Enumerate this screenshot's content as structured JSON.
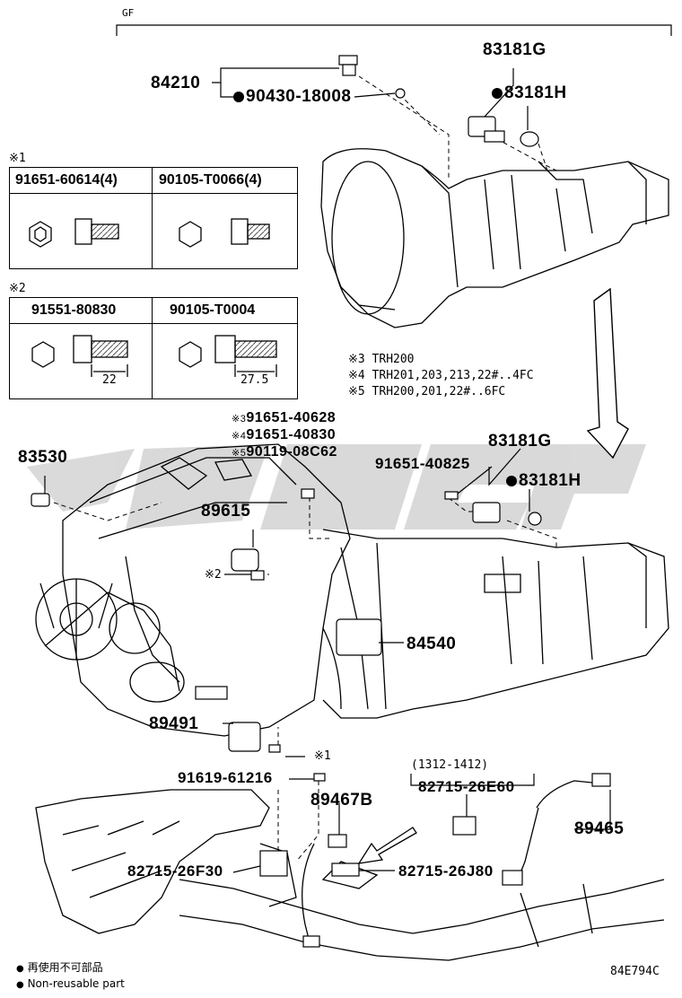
{
  "header": {
    "code": "GF"
  },
  "parts": {
    "p84210": "84210",
    "p90430": "90430-18008",
    "p83181G_top": "83181G",
    "p83181H_top": "83181H",
    "p83530": "83530",
    "p89615": "89615",
    "p84540": "84540",
    "p89491": "89491",
    "p83181G_mid": "83181G",
    "p83181H_mid": "83181H",
    "p91651_40825": "91651-40825",
    "p91619": "91619-61216",
    "p89467B": "89467B",
    "p82715_26F30": "82715-26F30",
    "p82715_26J80": "82715-26J80",
    "p82715_26E60": "82715-26E60",
    "p89465": "89465"
  },
  "bolt_variants": [
    {
      "mark": "※3",
      "part": "91651-40628"
    },
    {
      "mark": "※4",
      "part": "91651-40830"
    },
    {
      "mark": "※5",
      "part": "90119-08C62"
    }
  ],
  "notes": [
    "※3 TRH200",
    "※4 TRH201,203,213,22#..4FC",
    "※5 TRH200,201,22#..6FC"
  ],
  "table1": {
    "mark": "※1",
    "col1": "91651-60614(4)",
    "col2": "90105-T0066(4)"
  },
  "table2": {
    "mark": "※2",
    "col1": "91551-80830",
    "col2": "90105-T0004",
    "dim1": "22",
    "dim2": "27.5"
  },
  "callouts": {
    "ref1": "※1",
    "ref2": "※2"
  },
  "date_range": "(1312-1412)",
  "legend": {
    "jp": "再使用不可部品",
    "en": "Non-reusable part"
  },
  "figure_code": "84E794C"
}
